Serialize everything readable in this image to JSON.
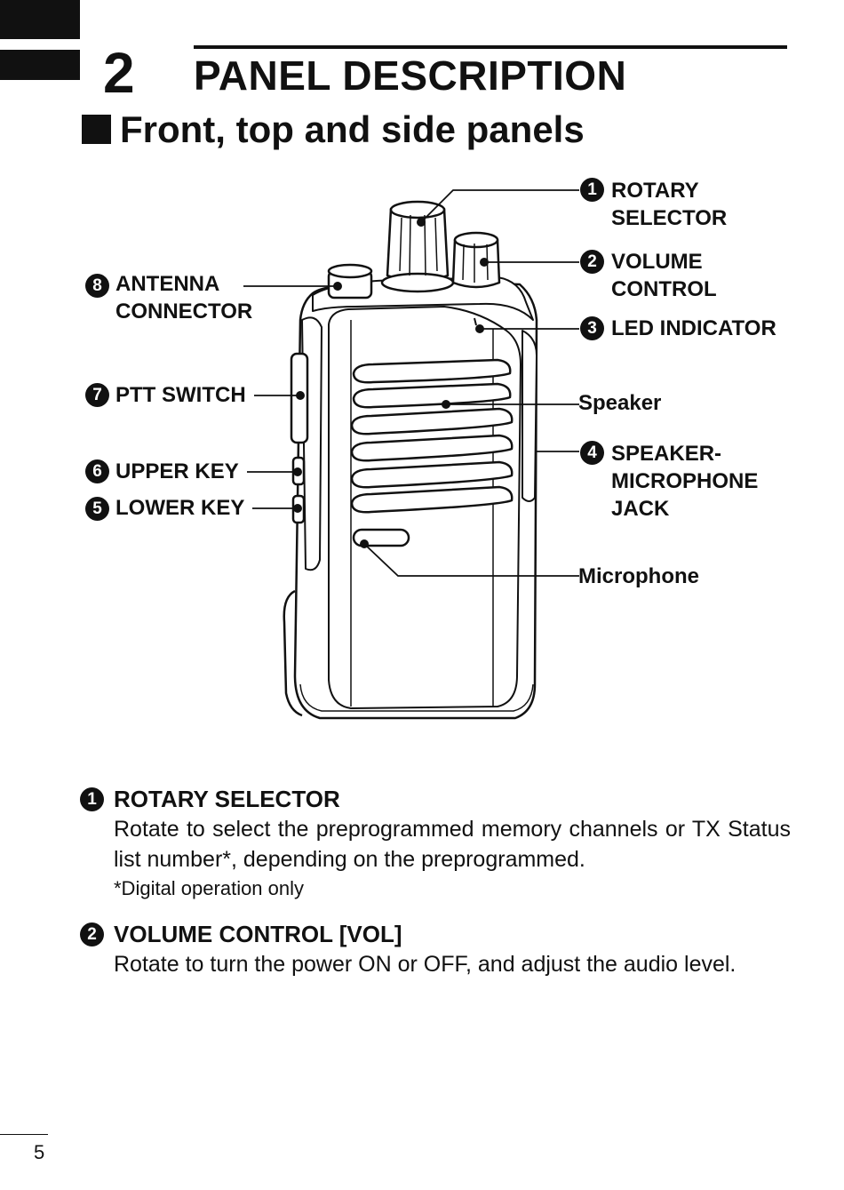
{
  "chapter": {
    "number": "2",
    "title": "PANEL DESCRIPTION"
  },
  "section": {
    "title": "Front, top and side panels"
  },
  "callouts": [
    {
      "num": "1",
      "text": "ROTARY\nSELECTOR"
    },
    {
      "num": "2",
      "text": "VOLUME\nCONTROL"
    },
    {
      "num": "3",
      "text": "LED INDICATOR"
    },
    {
      "num": "4",
      "text": "SPEAKER-\nMICROPHONE\nJACK"
    },
    {
      "num": "5",
      "text": "LOWER KEY"
    },
    {
      "num": "6",
      "text": "UPPER KEY"
    },
    {
      "num": "7",
      "text": "PTT SWITCH"
    },
    {
      "num": "8",
      "text": "ANTENNA\nCONNECTOR"
    }
  ],
  "plain_labels": {
    "speaker": "Speaker",
    "microphone": "Microphone"
  },
  "descriptions": [
    {
      "num": "1",
      "heading": "ROTARY SELECTOR",
      "body": "Rotate to select the preprogrammed memory channels or TX Status list number*, depending on the preprogrammed.",
      "note": "*Digital operation only"
    },
    {
      "num": "2",
      "heading": "VOLUME CONTROL [VOL]",
      "body": "Rotate to turn the power ON or OFF, and adjust the audio level."
    }
  ],
  "page_number": "5"
}
